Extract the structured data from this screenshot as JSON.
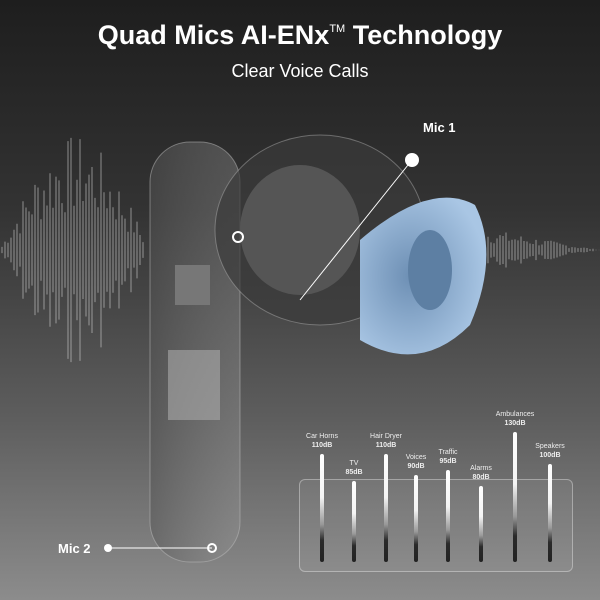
{
  "header": {
    "title": "Quad Mics AI-ENx",
    "title_mark": "TM",
    "title_suffix": "Technology",
    "subtitle": "Clear Voice Calls"
  },
  "mics": {
    "mic1": "Mic 1",
    "mic2": "Mic 2"
  },
  "colors": {
    "eartip": "#8fb2d4",
    "background_top": "#1e1e1e",
    "background_bottom": "#8c8c8c"
  },
  "noise_levels": [
    {
      "name": "Car Horns",
      "value_label": "110dB",
      "db": 110
    },
    {
      "name": "TV",
      "value_label": "85dB",
      "db": 85
    },
    {
      "name": "Hair Dryer",
      "value_label": "110dB",
      "db": 110
    },
    {
      "name": "Voices",
      "value_label": "90dB",
      "db": 90
    },
    {
      "name": "Traffic",
      "value_label": "95dB",
      "db": 95
    },
    {
      "name": "Alarms",
      "value_label": "80dB",
      "db": 80
    },
    {
      "name": "Ambulances",
      "value_label": "130dB",
      "db": 130
    },
    {
      "name": "Speakers",
      "value_label": "100dB",
      "db": 100
    }
  ]
}
